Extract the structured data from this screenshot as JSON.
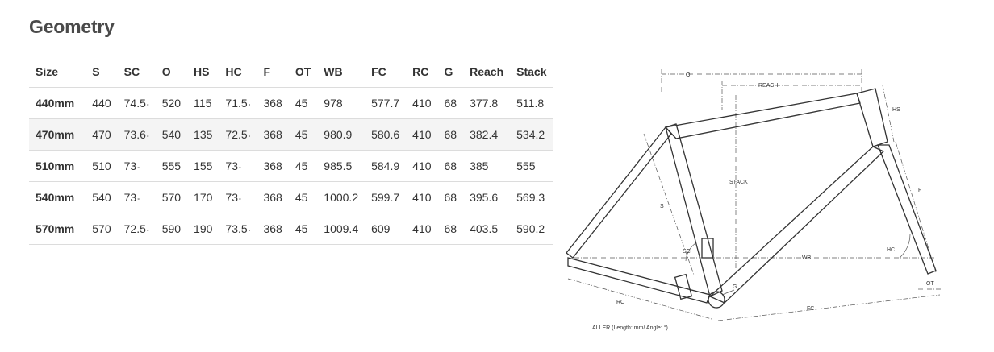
{
  "title": "Geometry",
  "table": {
    "headers": [
      "Size",
      "S",
      "SC",
      "O",
      "HS",
      "HC",
      "F",
      "OT",
      "WB",
      "FC",
      "RC",
      "G",
      "Reach",
      "Stack"
    ],
    "rows": [
      {
        "size": "440mm",
        "S": "440",
        "SC": "74.5",
        "O": "520",
        "HS": "115",
        "HC": "71.5",
        "F": "368",
        "OT": "45",
        "WB": "978",
        "FC": "577.7",
        "RC": "410",
        "G": "68",
        "Reach": "377.8",
        "Stack": "511.8"
      },
      {
        "size": "470mm",
        "S": "470",
        "SC": "73.6",
        "O": "540",
        "HS": "135",
        "HC": "72.5",
        "F": "368",
        "OT": "45",
        "WB": "980.9",
        "FC": "580.6",
        "RC": "410",
        "G": "68",
        "Reach": "382.4",
        "Stack": "534.2"
      },
      {
        "size": "510mm",
        "S": "510",
        "SC": "73",
        "O": "555",
        "HS": "155",
        "HC": "73",
        "F": "368",
        "OT": "45",
        "WB": "985.5",
        "FC": "584.9",
        "RC": "410",
        "G": "68",
        "Reach": "385",
        "Stack": "555"
      },
      {
        "size": "540mm",
        "S": "540",
        "SC": "73",
        "O": "570",
        "HS": "170",
        "HC": "73",
        "F": "368",
        "OT": "45",
        "WB": "1000.2",
        "FC": "599.7",
        "RC": "410",
        "G": "68",
        "Reach": "395.6",
        "Stack": "569.3"
      },
      {
        "size": "570mm",
        "S": "570",
        "SC": "72.5",
        "O": "590",
        "HS": "190",
        "HC": "73.5",
        "F": "368",
        "OT": "45",
        "WB": "1009.4",
        "FC": "609",
        "RC": "410",
        "G": "68",
        "Reach": "403.5",
        "Stack": "590.2"
      }
    ],
    "degree_mark": "°"
  },
  "diagram": {
    "labels": {
      "o": "O",
      "reach": "REACH",
      "hs": "HS",
      "stack": "STACK",
      "s": "S",
      "f": "F",
      "sc": "SC",
      "wb": "WB",
      "hc": "HC",
      "g": "G",
      "ot": "OT",
      "rc": "RC",
      "fc": "FC"
    },
    "caption": "ALLER (Length: mm/ Angle: °)"
  }
}
